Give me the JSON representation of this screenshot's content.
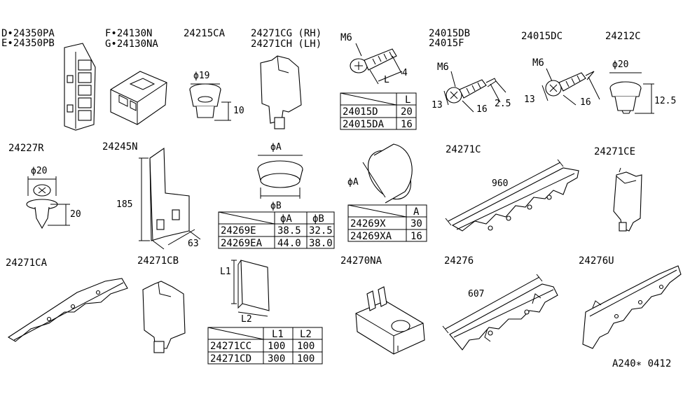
{
  "title_code": "A240∗ 0412",
  "labels": {
    "p_24350pa": "D•24350PA",
    "p_24350pb": "E•24350PB",
    "p_24130n": "F•24130N",
    "p_24130na": "G•24130NA",
    "p_24215ca": "24215CA",
    "p_24271cg": "24271CG (RH)",
    "p_24271ch": "24271CH (LH)",
    "m6_a": "M6",
    "p_24015db": "24015DB",
    "p_24015f": "24015F",
    "m6_b": "M6",
    "p_24015dc": "24015DC",
    "m6_c": "M6",
    "p_24212c": "24212C",
    "p_24227r": "24227R",
    "p_24245n": "24245N",
    "p_24271c": "24271C",
    "p_24271ce": "24271CE",
    "p_24271ca": "24271CA",
    "p_24271cb": "24271CB",
    "p_24270na": "24270NA",
    "p_24276": "24276",
    "p_24276u": "24276U"
  },
  "dimensions": {
    "phi19": "ϕ19",
    "d10": "10",
    "dimL": "L",
    "d4": "4",
    "d13a": "13",
    "d16a": "16",
    "d25": "2.5",
    "d13b": "13",
    "d16b": "16",
    "phi20a": "ϕ20",
    "d125": "12.5",
    "phi20b": "ϕ20",
    "d20": "20",
    "d185": "185",
    "d63": "63",
    "phiA_a": "ϕA",
    "phiB": "ϕB",
    "phiA_b": "ϕA",
    "d960": "960",
    "L1": "L1",
    "L2": "L2",
    "d607": "607"
  },
  "table_24015": {
    "header": [
      "",
      "L"
    ],
    "rows": [
      [
        "24015D",
        "20"
      ],
      [
        "24015DA",
        "16"
      ]
    ]
  },
  "table_24269": {
    "header": [
      "",
      "ϕA",
      "ϕB"
    ],
    "rows": [
      [
        "24269E",
        "38.5",
        "32.5"
      ],
      [
        "24269EA",
        "44.0",
        "38.0"
      ]
    ]
  },
  "table_24269x": {
    "header": [
      "",
      "A"
    ],
    "rows": [
      [
        "24269X",
        "30"
      ],
      [
        "24269XA",
        "16"
      ]
    ]
  },
  "table_24271cc": {
    "header": [
      "",
      "L1",
      "L2"
    ],
    "rows": [
      [
        "24271CC",
        "100",
        "100"
      ],
      [
        "24271CD",
        "300",
        "100"
      ]
    ]
  }
}
